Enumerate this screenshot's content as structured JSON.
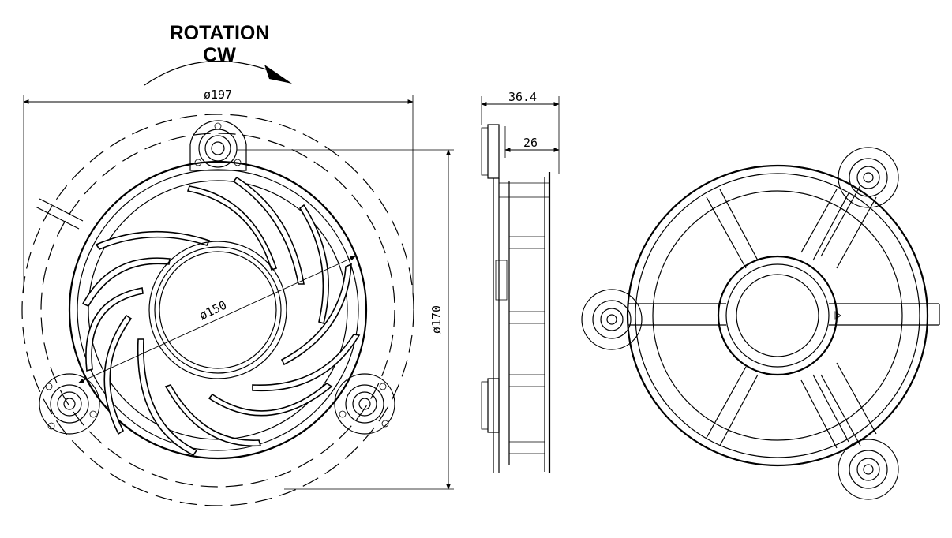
{
  "rotation": {
    "title": "ROTATION",
    "direction": "CW"
  },
  "dimensions": {
    "outer_diameter": "ø197",
    "impeller_diameter": "ø150",
    "mount_diameter": "ø170",
    "overall_depth": "36.4",
    "body_depth": "26"
  },
  "views": [
    "front-view",
    "side-view",
    "rear-view"
  ]
}
